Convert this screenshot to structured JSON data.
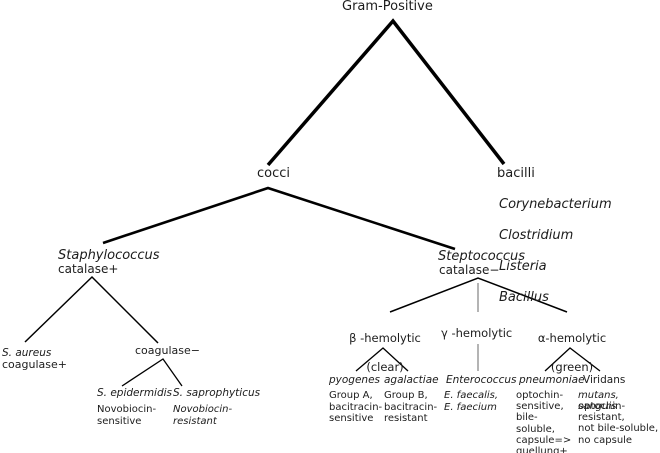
{
  "nodes": {
    "gram_positive": {
      "label": "Gram-Positive"
    },
    "cocci": {
      "label": "cocci"
    },
    "bacilli": {
      "label": "bacilli",
      "genera": [
        "Corynebacterium",
        "Clostridium",
        "Listeria",
        "Bacillus"
      ]
    },
    "staphylococcus": {
      "name": "Staphylococcus",
      "test": "catalase+"
    },
    "steptococcus": {
      "name": "Steptococcus",
      "test": "catalase−"
    },
    "s_aureus": {
      "name": "S. aureus",
      "trait": "coagulase+"
    },
    "coagulase_negative": {
      "label": "coagulase−"
    },
    "s_epidermidis": {
      "name": "S. epidermidis",
      "trait": "Novobiocin-\nsensitive"
    },
    "s_saprophyticus": {
      "name": "S. saprophyticus",
      "trait": "Novobiocin-\nresistant"
    },
    "beta_hemolytic": {
      "label": "β -hemolytic",
      "appearance": "(clear)"
    },
    "gamma_hemolytic": {
      "label": "γ -hemolytic"
    },
    "alpha_hemolytic": {
      "label": "α-hemolytic",
      "appearance": "(green)"
    },
    "pyogenes": {
      "name": "pyogenes",
      "trait": "Group A,\nbacitracin-\nsensitive"
    },
    "agalactiae": {
      "name": "agalactiae",
      "trait": "Group B,\nbacitracin-\nresistant"
    },
    "enterococcus": {
      "name": "Enterococcus",
      "species": "E. faecalis,\nE. faecium"
    },
    "pneumoniae": {
      "name": "pneumoniae",
      "trait": "optochin-\nsensitive,\nbile-\nsoluble,\ncapsule=>\nquellung+"
    },
    "viridans": {
      "name": "Viridans",
      "species": "mutans, sanguis",
      "trait": "optochin-\nresistant,\nnot bile-soluble,\nno capsule"
    }
  },
  "colors": {
    "line": "#000000",
    "gamma_line": "#8c8c8c",
    "text": "#1c1c1c",
    "background": "#ffffff"
  }
}
